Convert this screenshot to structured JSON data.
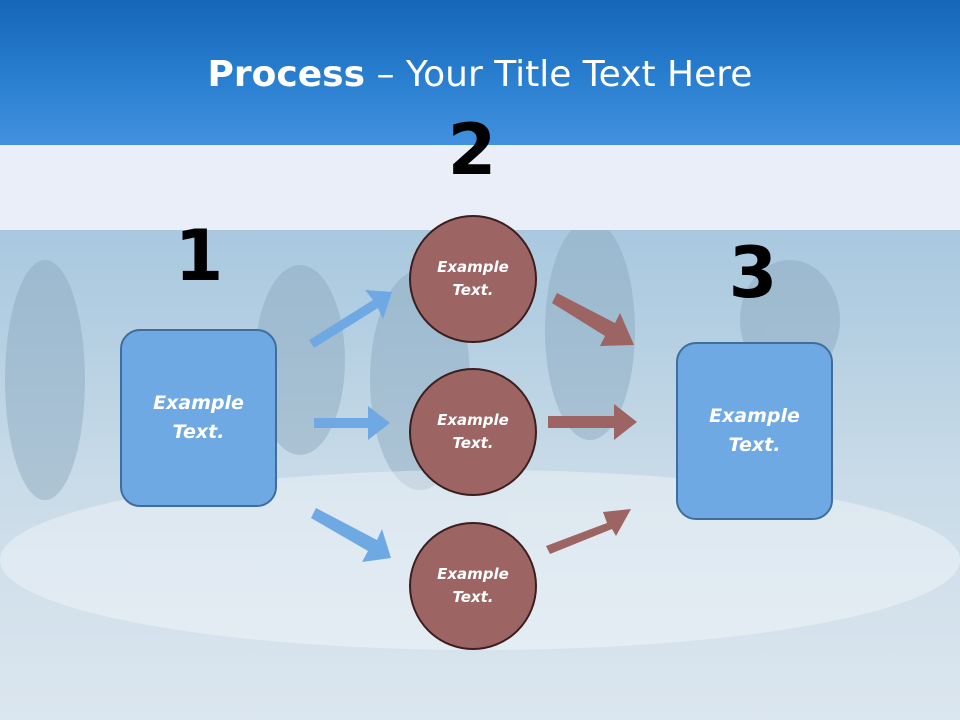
{
  "title": {
    "bold": "Process",
    "rest": " – Your Title Text Here"
  },
  "steps": {
    "one": "1",
    "two": "2",
    "three": "3"
  },
  "left_box": {
    "text": "Example Text."
  },
  "right_box": {
    "text": "Example Text."
  },
  "circles": [
    {
      "text": "Example Text."
    },
    {
      "text": "Example Text."
    },
    {
      "text": "Example Text."
    }
  ],
  "colors": {
    "header": "#1f72c6",
    "box_fill": "#6fa9e4",
    "circle_fill": "#9c6462",
    "blue_arrow": "#6fa9e4",
    "red_arrow": "#9c6462"
  }
}
